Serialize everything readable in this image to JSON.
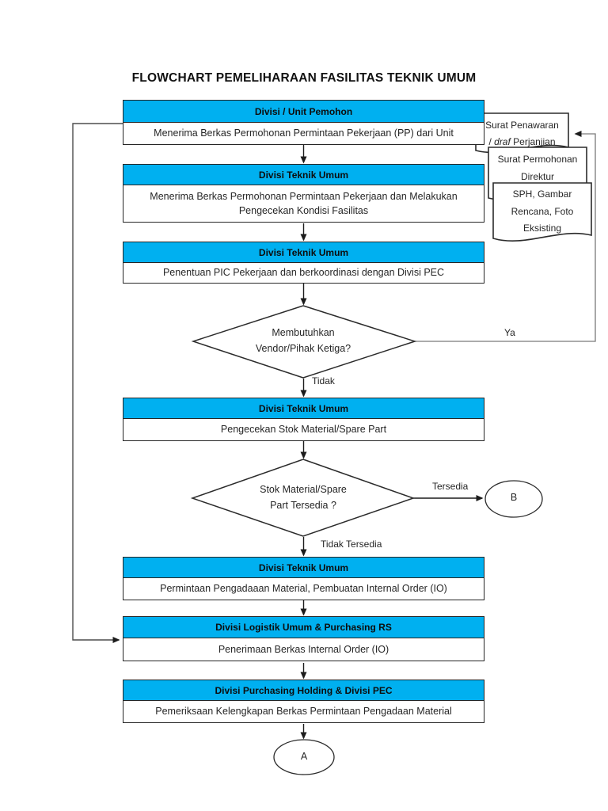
{
  "title": "FLOWCHART PEMELIHARAAN FASILITAS TEKNIK UMUM",
  "colors": {
    "header_blue": "#00B0F0",
    "line": "#4d4d4d",
    "shape_border": "#2b2b2b"
  },
  "boxes": [
    {
      "header": "Divisi / Unit Pemohon",
      "body": "Menerima Berkas Permohonan Permintaan Pekerjaan (PP) dari Unit"
    },
    {
      "header": "Divisi Teknik Umum",
      "body": "Menerima Berkas Permohonan Permintaan Pekerjaan dan Melakukan Pengecekan Kondisi Fasilitas"
    },
    {
      "header": "Divisi Teknik Umum",
      "body": "Penentuan PIC Pekerjaan dan berkoordinasi dengan Divisi PEC"
    },
    {
      "header": "Divisi Teknik Umum",
      "body": "Pengecekan Stok Material/Spare Part"
    },
    {
      "header": "Divisi Teknik Umum",
      "body": "Permintaan Pengadaaan Material, Pembuatan Internal Order (IO)"
    },
    {
      "header": "Divisi Logistik Umum & Purchasing RS",
      "body": "Penerimaan Berkas Internal Order (IO)"
    },
    {
      "header": "Divisi Purchasing Holding & Divisi PEC",
      "body": "Pemeriksaan Kelengkapan Berkas Permintaan Pengadaan Material"
    }
  ],
  "decisions": [
    {
      "line1": "Membutuhkan",
      "line2": "Vendor/Pihak Ketiga?",
      "yes_label": "Ya",
      "no_label": "Tidak"
    },
    {
      "line1": "Stok Material/Spare",
      "line2": "Part Tersedia ?",
      "yes_label": "Tersedia",
      "no_label": "Tidak Tersedia"
    }
  ],
  "documents": [
    {
      "line1": "Surat Penawaran",
      "line2_pre": "/ ",
      "line2_italic": "draf",
      "line2_post": " Perjanjian"
    },
    {
      "text": "Surat Permohonan Direktur"
    },
    {
      "text": "SPH, Gambar Rencana, Foto Eksisting"
    }
  ],
  "connectors": {
    "a_label": "A",
    "b_label": "B"
  }
}
